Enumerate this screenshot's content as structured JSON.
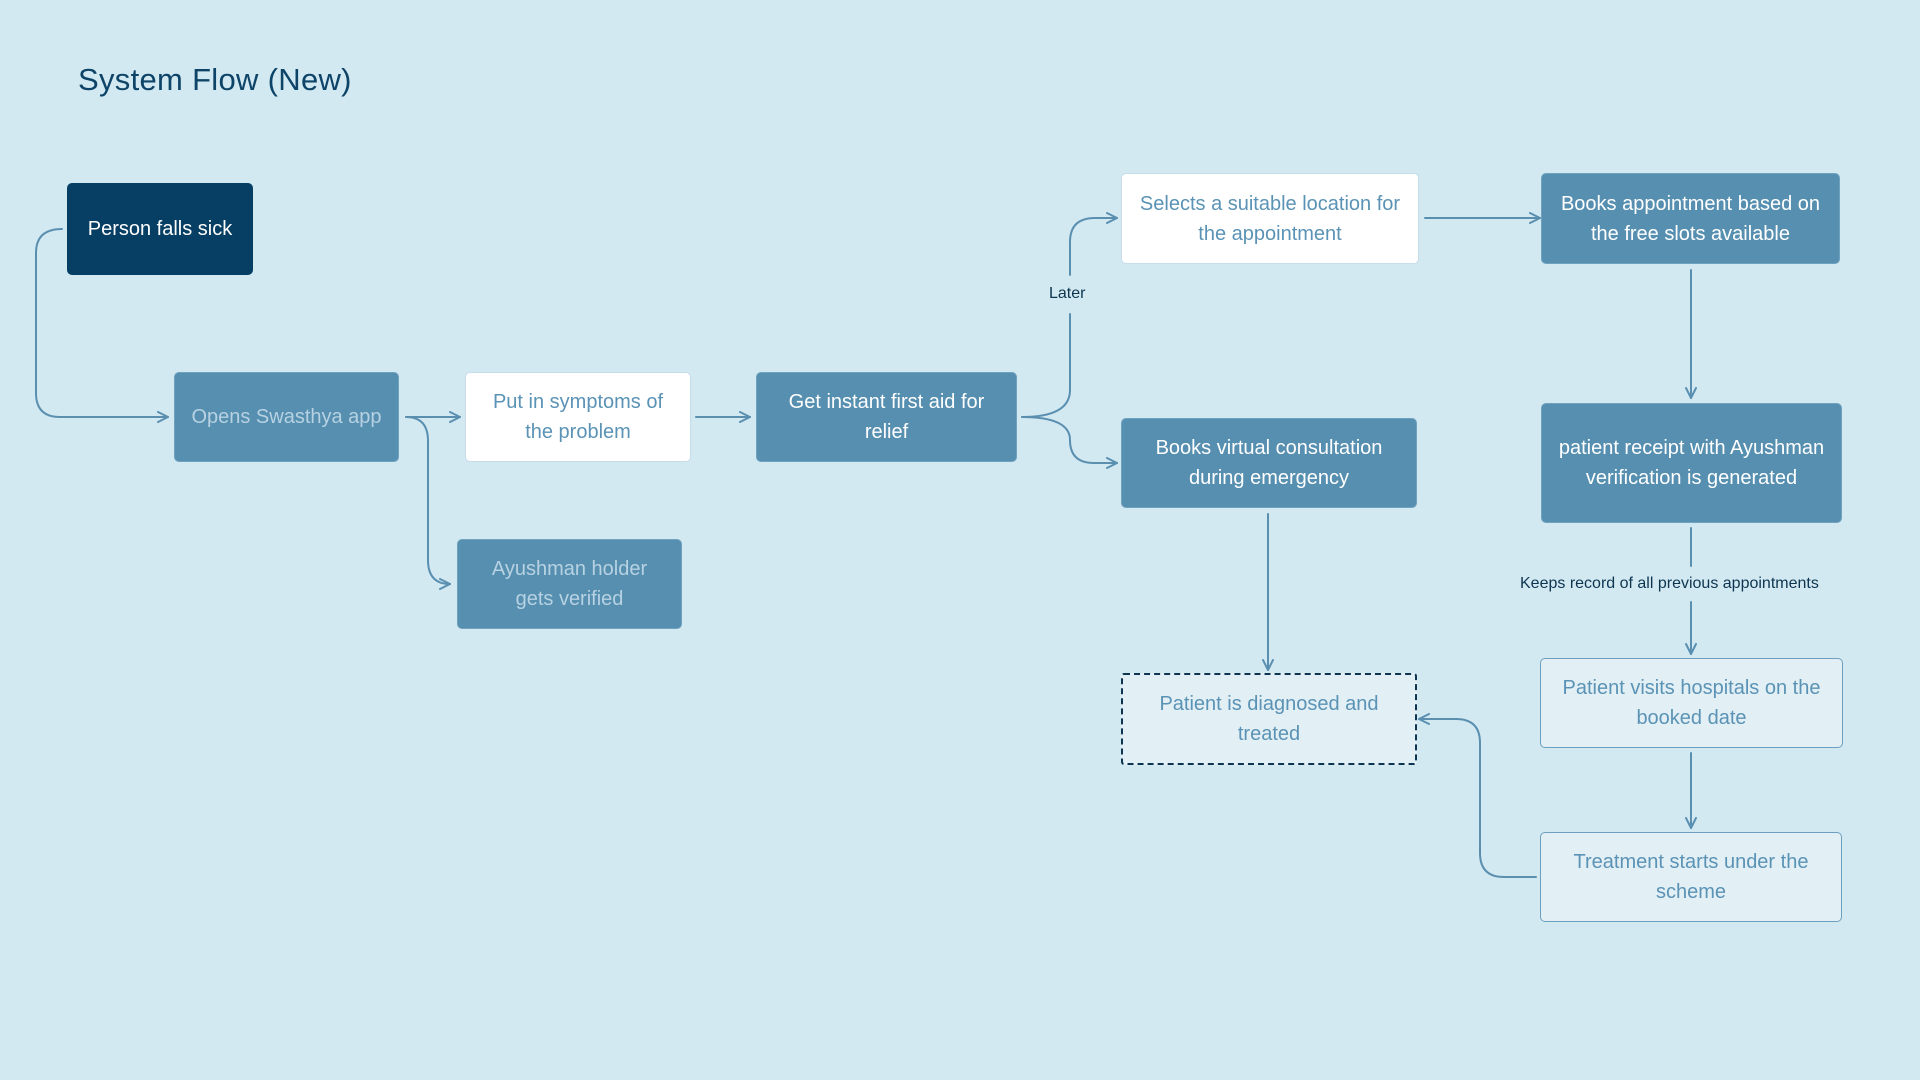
{
  "title": "System Flow (New)",
  "colors": {
    "background": "#d3e9f2",
    "node_dark": "#073e63",
    "node_mid": "#568fb0",
    "node_white": "#ffffff",
    "node_outline": "#e2eff4",
    "connector": "#5a8fb0",
    "text_dark": "#0d4468"
  },
  "nodes": {
    "person_falls_sick": "Person falls sick",
    "opens_app": "Opens Swasthya app",
    "put_symptoms": "Put in symptoms of the problem",
    "first_aid": "Get instant first aid for relief",
    "ayushman_verified": "Ayushman holder gets verified",
    "selects_location": "Selects a suitable location for the appointment",
    "books_appointment": "Books appointment based on the free slots available",
    "virtual_consultation": "Books virtual consultation during emergency",
    "receipt_generated": "patient receipt with Ayushman verification is generated",
    "visits_hospital": "Patient visits hospitals on the booked date",
    "diagnosed_treated": "Patient is diagnosed and treated",
    "treatment_starts": "Treatment starts under the scheme"
  },
  "edge_labels": {
    "later": "Later",
    "keeps_record": "Keeps record of all previous  appointments"
  }
}
